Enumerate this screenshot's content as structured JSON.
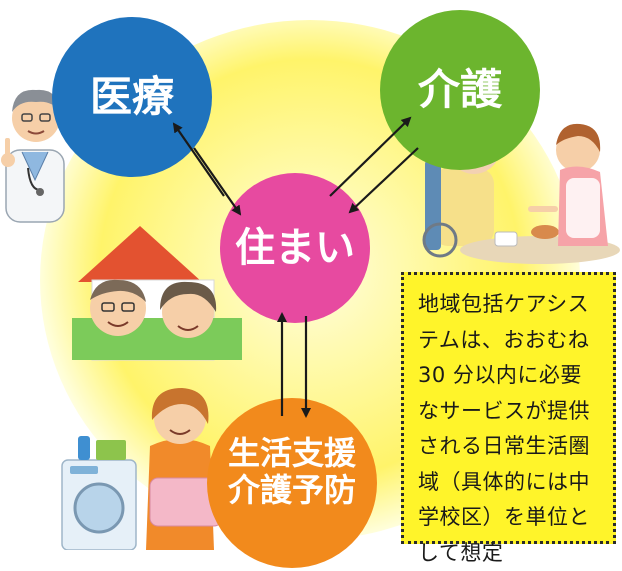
{
  "nodes": {
    "medical": "医療",
    "care": "介護",
    "housing": "住まい",
    "life_support_line1": "生活支援",
    "life_support_line2": "介護予防"
  },
  "note": {
    "lines": [
      "地域包括ケアシス",
      "テムは、おおむね",
      "30 分以内に必要",
      "なサービスが提供",
      "される日常生活圏",
      "域（具体的には中",
      "学校区）を単位と",
      "して想定"
    ]
  },
  "colors": {
    "medical": "#1f73bd",
    "care": "#6cb52e",
    "housing": "#e74aa0",
    "life_support": "#f28a1c",
    "note_bg": "#fff42a",
    "glow": "#fff46a"
  },
  "illustrations": [
    "doctor-icon",
    "caregiver-feeding-elderly-icon",
    "house-with-elderly-couple-icon",
    "woman-with-laundry-icon",
    "washing-machine-icon"
  ]
}
